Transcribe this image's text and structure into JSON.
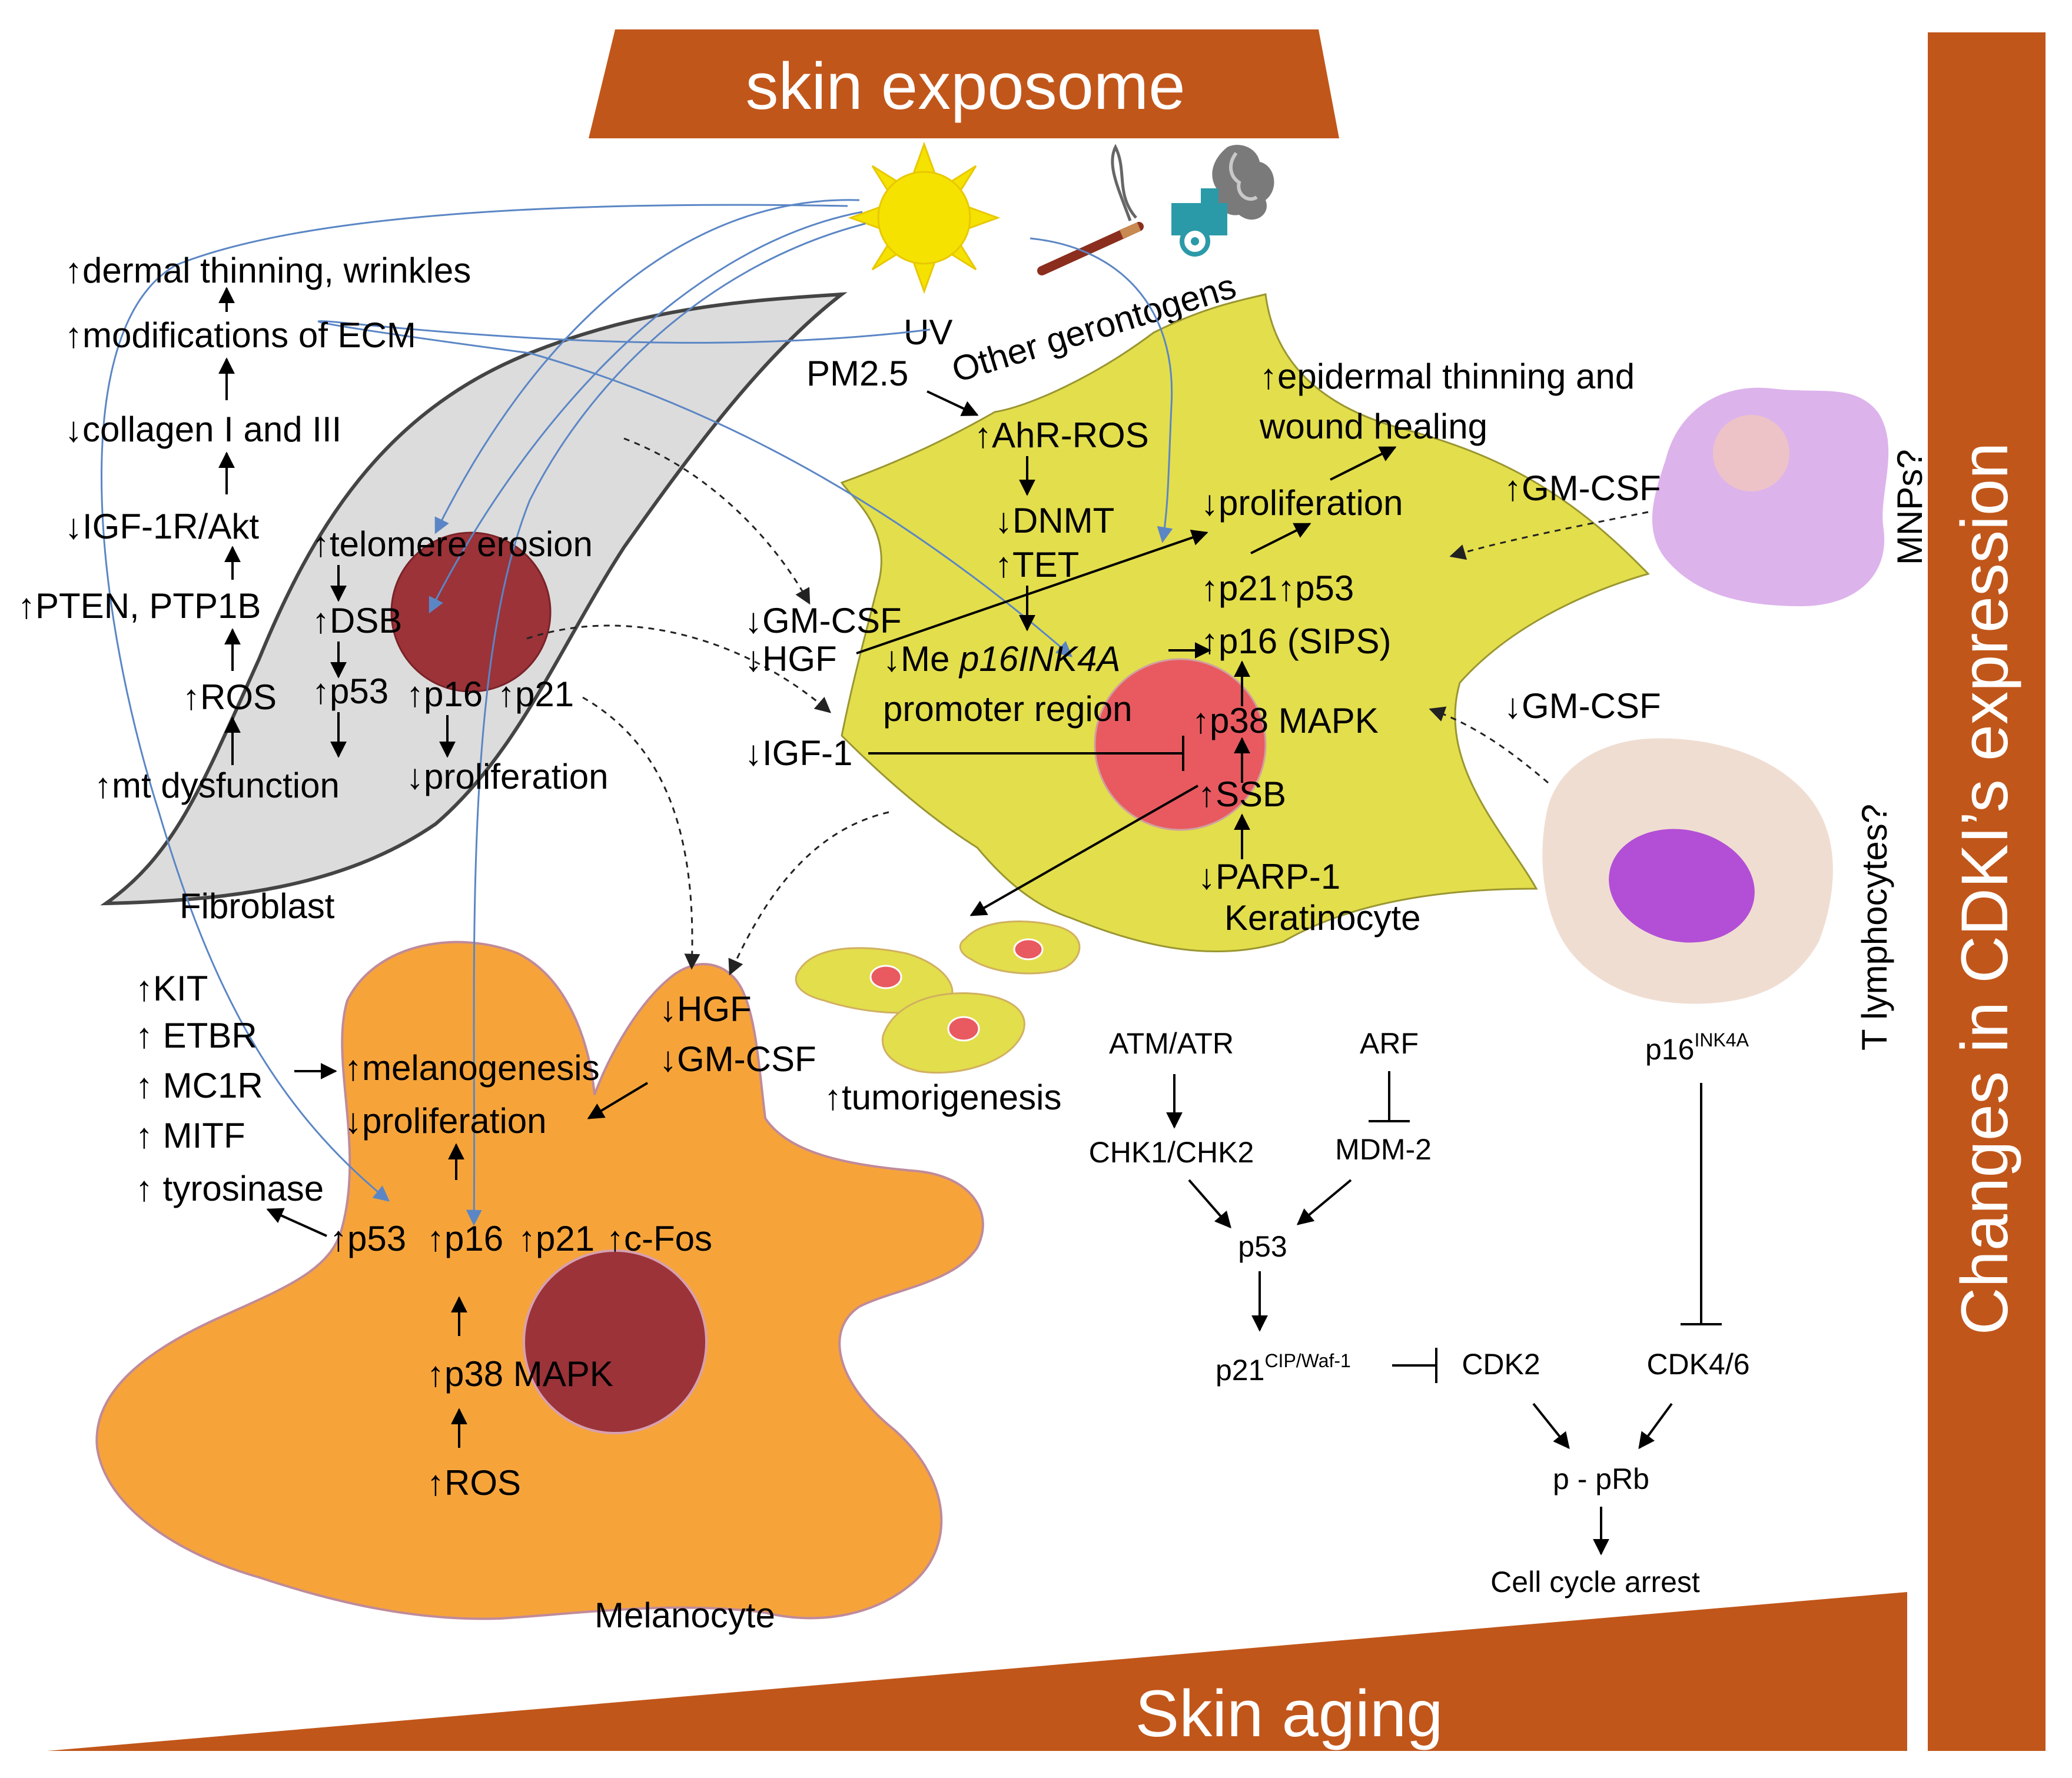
{
  "top_banner": "skin exposome",
  "bottom_banner": "Skin aging",
  "right_banner": "Changes in CDKI’s expression",
  "colors": {
    "banner": "#C1561A",
    "fibroblast": "#DCDCDC",
    "keratinocyte": "#E3DE4C",
    "melanocyte": "#F6A43A",
    "nucleus_dark": "#9B3339",
    "nucleus_light": "#E85A60",
    "mnp": "#DDB3EC",
    "tcell": "#F0DDD2",
    "tcell_nucleus": "#B24FD6",
    "connector_blue": "#5B86C5"
  },
  "exposome": {
    "uv": "UV",
    "pm25": "PM2.5",
    "others": "Other gerontogens"
  },
  "fibroblast": {
    "name": "Fibroblast",
    "dermal": "↑dermal thinning, wrinkles",
    "ecm": "↑modifications of ECM",
    "collagen": "↓collagen I and III",
    "igf1r": "↓IGF-1R/Akt",
    "pten": "↑PTEN, PTP1B",
    "ros": "↑ROS",
    "mt": "↑mt dysfunction",
    "telomere": "↑telomere erosion",
    "dsb": "↑DSB",
    "p53": "↑p53",
    "p16": "↑p16",
    "p21": "↑p21",
    "prolif": "↓proliferation"
  },
  "keratinocyte": {
    "name": "Keratinocyte",
    "ahr": "↑AhR-ROS",
    "dnmt": "↓DNMT",
    "tet": "↑TET",
    "me": "↓Me",
    "p16ink4a": "p16INK4A",
    "promoter": "promoter region",
    "epi1": "↑epidermal thinning and",
    "epi2": "wound healing",
    "prolif": "↓proliferation",
    "p21p53": "↑p21↑p53",
    "p16sips": "↑p16 (SIPS)",
    "p38": "↑p38 MAPK",
    "ssb": "↑SSB",
    "parp": "↓PARP-1"
  },
  "paracrine": {
    "gmcsf_down": "↓GM-CSF",
    "hgf_down": "↓HGF",
    "igf1_down": "↓IGF-1",
    "gmcsf_up": "↑GM-CSF",
    "gmcsf_down2": "↓GM-CSF",
    "mnps": "MNPs?",
    "tlymph": "T lymphocytes?",
    "tumor": "↑tumorigenesis"
  },
  "melanocyte": {
    "name": "Melanocyte",
    "kit": "↑KIT",
    "etbr": "↑ ETBR",
    "mc1r": "↑ MC1R",
    "mitf": "↑ MITF",
    "tyros": "↑ tyrosinase",
    "melano": "↑melanogenesis",
    "prolif": "↓proliferation",
    "hgf": "↓HGF",
    "gmcsf": "↓GM-CSF",
    "p53": "↑p53",
    "p16": "↑p16",
    "p21": "↑p21",
    "cfos": "↑c-Fos",
    "p38": "↑p38 MAPK",
    "ros": "↑ROS"
  },
  "pathway": {
    "atm": "ATM/ATR",
    "arf": "ARF",
    "chk": "CHK1/CHK2",
    "mdm2": "MDM-2",
    "p53": "p53",
    "p21_base": "p21",
    "p21_sup": "CIP/Waf-1",
    "cdk2": "CDK2",
    "p16_base": "p16",
    "p16_sup": "INK4A",
    "cdk46": "CDK4/6",
    "pprb": "p - pRb",
    "arrest": "Cell cycle arrest"
  }
}
